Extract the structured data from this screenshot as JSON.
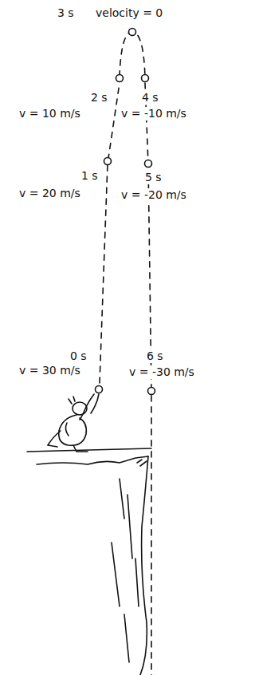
{
  "diagram": {
    "labels": [
      "3 s",
      "velocity = 0",
      "2 s",
      "4 s",
      "v = 10 m/s",
      "v = -10 m/s",
      "1 s",
      "5 s",
      "v = 20 m/s",
      "v = -20 m/s",
      "0 s",
      "6 s",
      "v = 30 m/s",
      "v = -30 m/s"
    ]
  }
}
